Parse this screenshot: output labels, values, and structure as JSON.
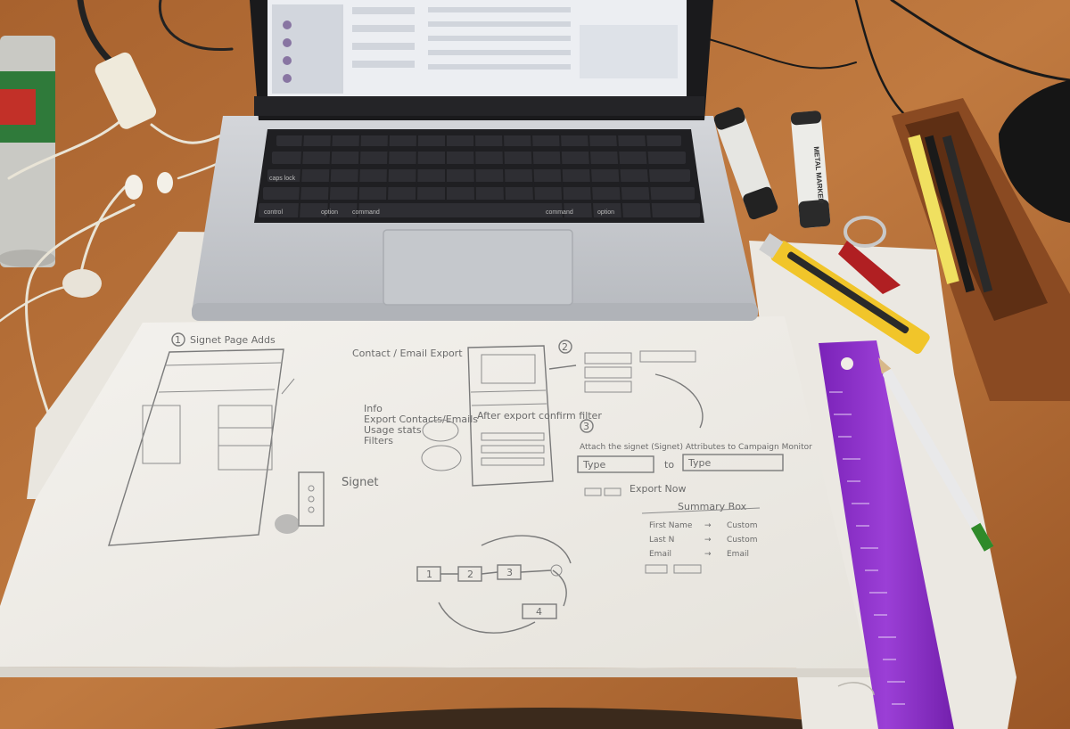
{
  "scene": {
    "description_colors": {
      "desk": "#b46a33",
      "paper": "#f2f0eb",
      "laptop": "#c9cbcf",
      "keyboard": "#1f1f22",
      "ruler": "#8b2fc9",
      "screen": "#eceef2"
    }
  },
  "laptop": {
    "keys": {
      "caps": "caps lock",
      "control": "control",
      "option": "option",
      "command": "command",
      "command_right": "command",
      "option_right": "option"
    }
  },
  "marker": {
    "label": "METAL MARKER"
  },
  "sketch": {
    "page1_title": "Signet Page Adds",
    "step1": "1",
    "step2": "2",
    "step3": "3",
    "export_note": "Contact / Email Export",
    "after_export": "After export confirm filter",
    "signet_label": "Signet",
    "bullets": [
      "Info",
      "Export Contacts/Emails",
      "Usage stats",
      "Filters"
    ],
    "attr_note": "Attach the signet (Signet) Attributes to Campaign Monitor",
    "to_label": "to",
    "type_label": "Type",
    "export_now": "Export Now",
    "flow_nodes": [
      "1",
      "2",
      "3",
      "4"
    ],
    "mapping_rows": [
      [
        "First Name",
        "→",
        "Custom"
      ],
      [
        "Last N",
        "→",
        "Custom"
      ],
      [
        "Email",
        "→",
        "Email"
      ]
    ],
    "summary_label": "Summary Box"
  }
}
